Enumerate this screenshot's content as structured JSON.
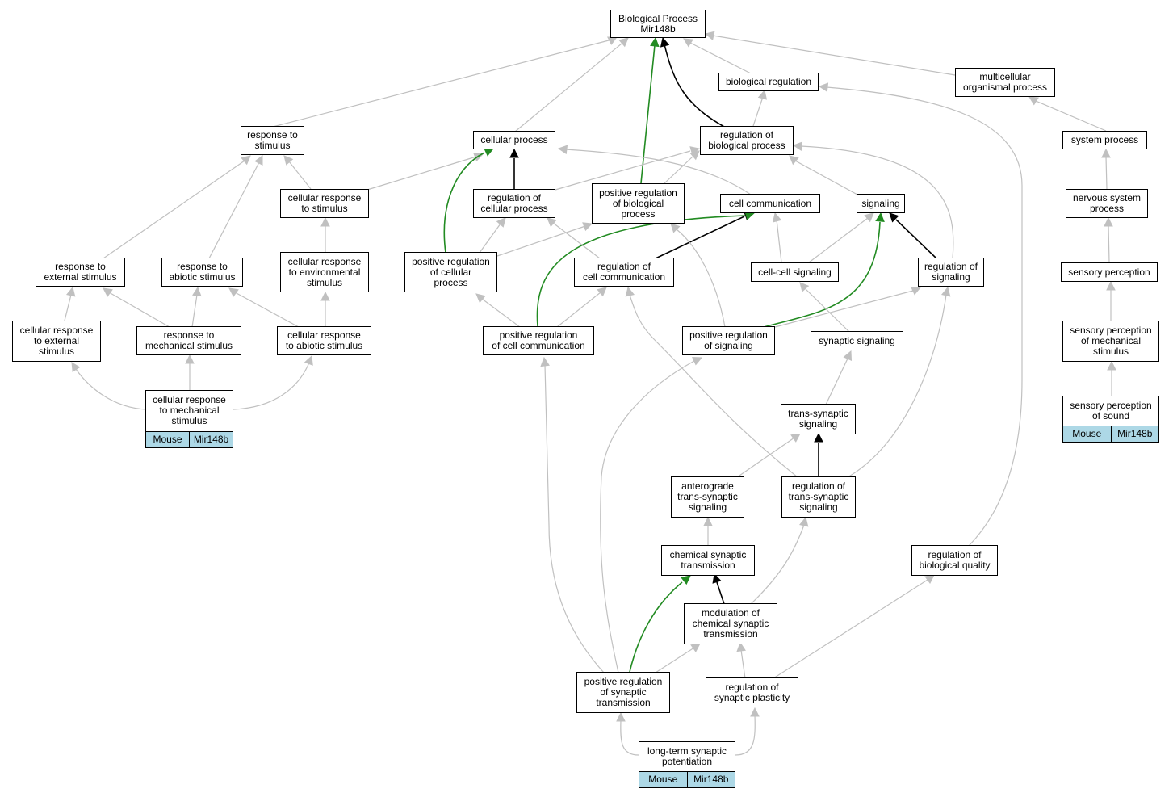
{
  "colors": {
    "edge_default": "#c0c0c0",
    "edge_black": "#000000",
    "edge_green": "#228b22",
    "annotation_fill": "#add8e6"
  },
  "nodes": {
    "root": [
      "Biological Process",
      "Mir148b"
    ],
    "bioreg": [
      "biological regulation"
    ],
    "multicell": [
      "multicellular",
      "organismal process"
    ],
    "resp_stim": [
      "response to",
      "stimulus"
    ],
    "cell_proc": [
      "cellular process"
    ],
    "reg_bio": [
      "regulation of",
      "biological process"
    ],
    "sys_proc": [
      "system process"
    ],
    "cell_resp_stim": [
      "cellular response",
      "to stimulus"
    ],
    "reg_cell_proc": [
      "regulation of",
      "cellular process"
    ],
    "pos_reg_bio": [
      "positive regulation",
      "of biological",
      "process"
    ],
    "cell_comm": [
      "cell communication"
    ],
    "signaling": [
      "signaling"
    ],
    "nerv_sys": [
      "nervous system",
      "process"
    ],
    "resp_ext": [
      "response to",
      "external stimulus"
    ],
    "resp_abiotic": [
      "response to",
      "abiotic stimulus"
    ],
    "cell_resp_env": [
      "cellular response",
      "to environmental",
      "stimulus"
    ],
    "pos_reg_cell_proc": [
      "positive regulation",
      "of cellular",
      "process"
    ],
    "reg_cell_comm": [
      "regulation of",
      "cell communication"
    ],
    "cc_sig": [
      "cell-cell signaling"
    ],
    "reg_sig": [
      "regulation of",
      "signaling"
    ],
    "sens_perc": [
      "sensory perception"
    ],
    "cell_resp_ext": [
      "cellular response",
      "to external",
      "stimulus"
    ],
    "resp_mech": [
      "response to",
      "mechanical stimulus"
    ],
    "cell_resp_abiotic": [
      "cellular response",
      "to abiotic stimulus"
    ],
    "pos_reg_cell_comm": [
      "positive regulation",
      "of cell communication"
    ],
    "pos_reg_sig": [
      "positive regulation",
      "of signaling"
    ],
    "syn_sig": [
      "synaptic signaling"
    ],
    "sens_perc_mech": [
      "sensory perception",
      "of mechanical",
      "stimulus"
    ],
    "cell_resp_mech": [
      "cellular response",
      "to mechanical",
      "stimulus"
    ],
    "trans_syn": [
      "trans-synaptic",
      "signaling"
    ],
    "sens_perc_sound": [
      "sensory perception",
      "of sound"
    ],
    "antero": [
      "anterograde",
      "trans-synaptic",
      "signaling"
    ],
    "reg_trans_syn": [
      "regulation of",
      "trans-synaptic",
      "signaling"
    ],
    "chem_syn": [
      "chemical synaptic",
      "transmission"
    ],
    "reg_bio_qual": [
      "regulation of",
      "biological quality"
    ],
    "mod_chem_syn": [
      "modulation of",
      "chemical synaptic",
      "transmission"
    ],
    "pos_reg_syn_trans": [
      "positive regulation",
      "of synaptic",
      "transmission"
    ],
    "reg_syn_plast": [
      "regulation of",
      "synaptic plasticity"
    ],
    "ltp": [
      "long-term synaptic",
      "potentiation"
    ]
  },
  "annotations": {
    "cell_resp_mech": [
      "Mouse",
      "Mir148b"
    ],
    "sens_perc_sound": [
      "Mouse",
      "Mir148b"
    ],
    "ltp": [
      "Mouse",
      "Mir148b"
    ]
  }
}
